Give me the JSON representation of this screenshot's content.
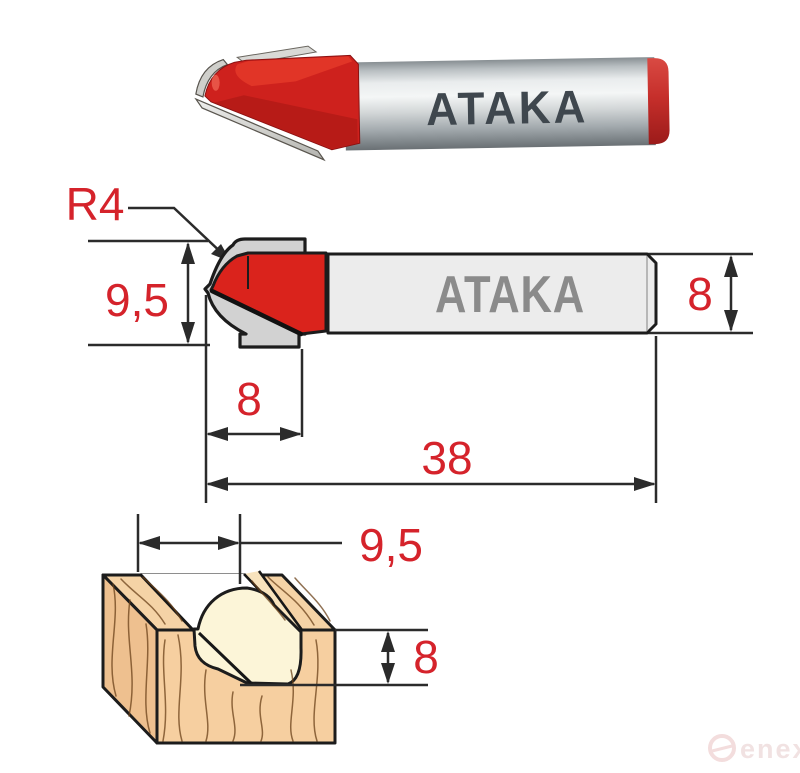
{
  "photo": {
    "brand": "ATAKA"
  },
  "drawing": {
    "brand": "ATAKA",
    "radius_label": "R4",
    "head_width": "9,5",
    "shank_diameter": "8",
    "cut_length": "8",
    "overall_length": "38"
  },
  "groove": {
    "width": "9,5",
    "depth": "8"
  },
  "watermark": {
    "text": "enex"
  },
  "colors": {
    "dimension_red": "#d5232b",
    "bit_red": "#da231c",
    "steel_light": "#ececec",
    "brand_gray_drawing": "#8b8b8b",
    "brand_dark_photo": "#3f474e",
    "wood_tan": "#f6cfa0",
    "cut_cream": "#fcf5d8",
    "outline_black": "#1c1c1c"
  },
  "dimensions_mm": {
    "radius": 4,
    "head_width": 9.5,
    "cut_length": 8,
    "shank_diameter": 8,
    "overall_length": 38,
    "groove_width": 9.5,
    "groove_depth": 8
  }
}
